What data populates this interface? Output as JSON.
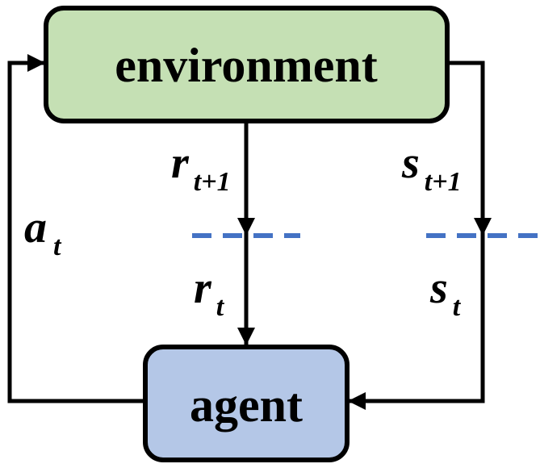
{
  "nodes": {
    "environment": {
      "label": "environment",
      "fill": "#c5e0b4"
    },
    "agent": {
      "label": "agent",
      "fill": "#b4c7e7"
    }
  },
  "variables": {
    "action": {
      "main": "a",
      "sub": "t"
    },
    "reward_next": {
      "main": "r",
      "sub": "t+1"
    },
    "state_next": {
      "main": "s",
      "sub": "t+1"
    },
    "reward": {
      "main": "r",
      "sub": "t"
    },
    "state": {
      "main": "s",
      "sub": "t"
    }
  },
  "colors": {
    "stroke": "#000000",
    "dashed_line": "#4472c4"
  }
}
